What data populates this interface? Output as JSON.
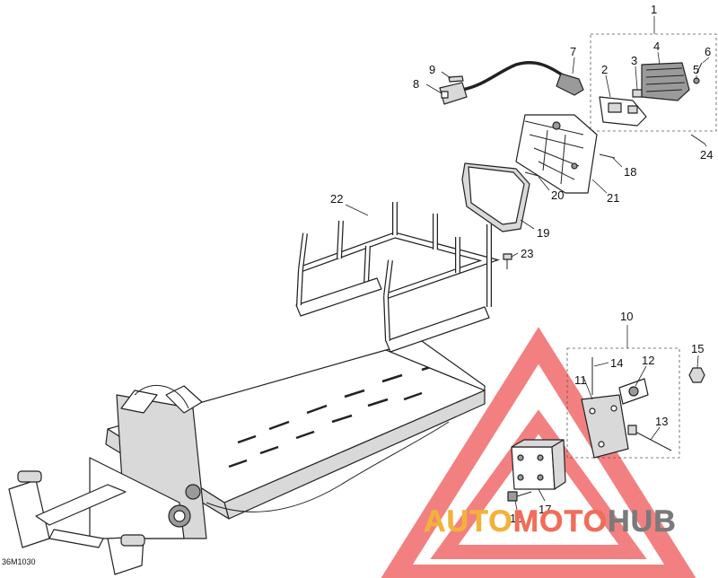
{
  "diagram": {
    "code": "36M1030",
    "callouts": [
      "1",
      "2",
      "3",
      "4",
      "5",
      "6",
      "7",
      "8",
      "9",
      "10",
      "11",
      "12",
      "13",
      "14",
      "15",
      "16",
      "17",
      "18",
      "19",
      "20",
      "21",
      "22",
      "23",
      "24"
    ]
  },
  "watermark": {
    "word1": "AUTO",
    "word2": "MOTO",
    "word3": "HUB",
    "colors": {
      "auto": "#f2b23a",
      "moto": "#f06d5a",
      "hub": "#7a7a7a",
      "triangle": "#f05a5a"
    }
  }
}
